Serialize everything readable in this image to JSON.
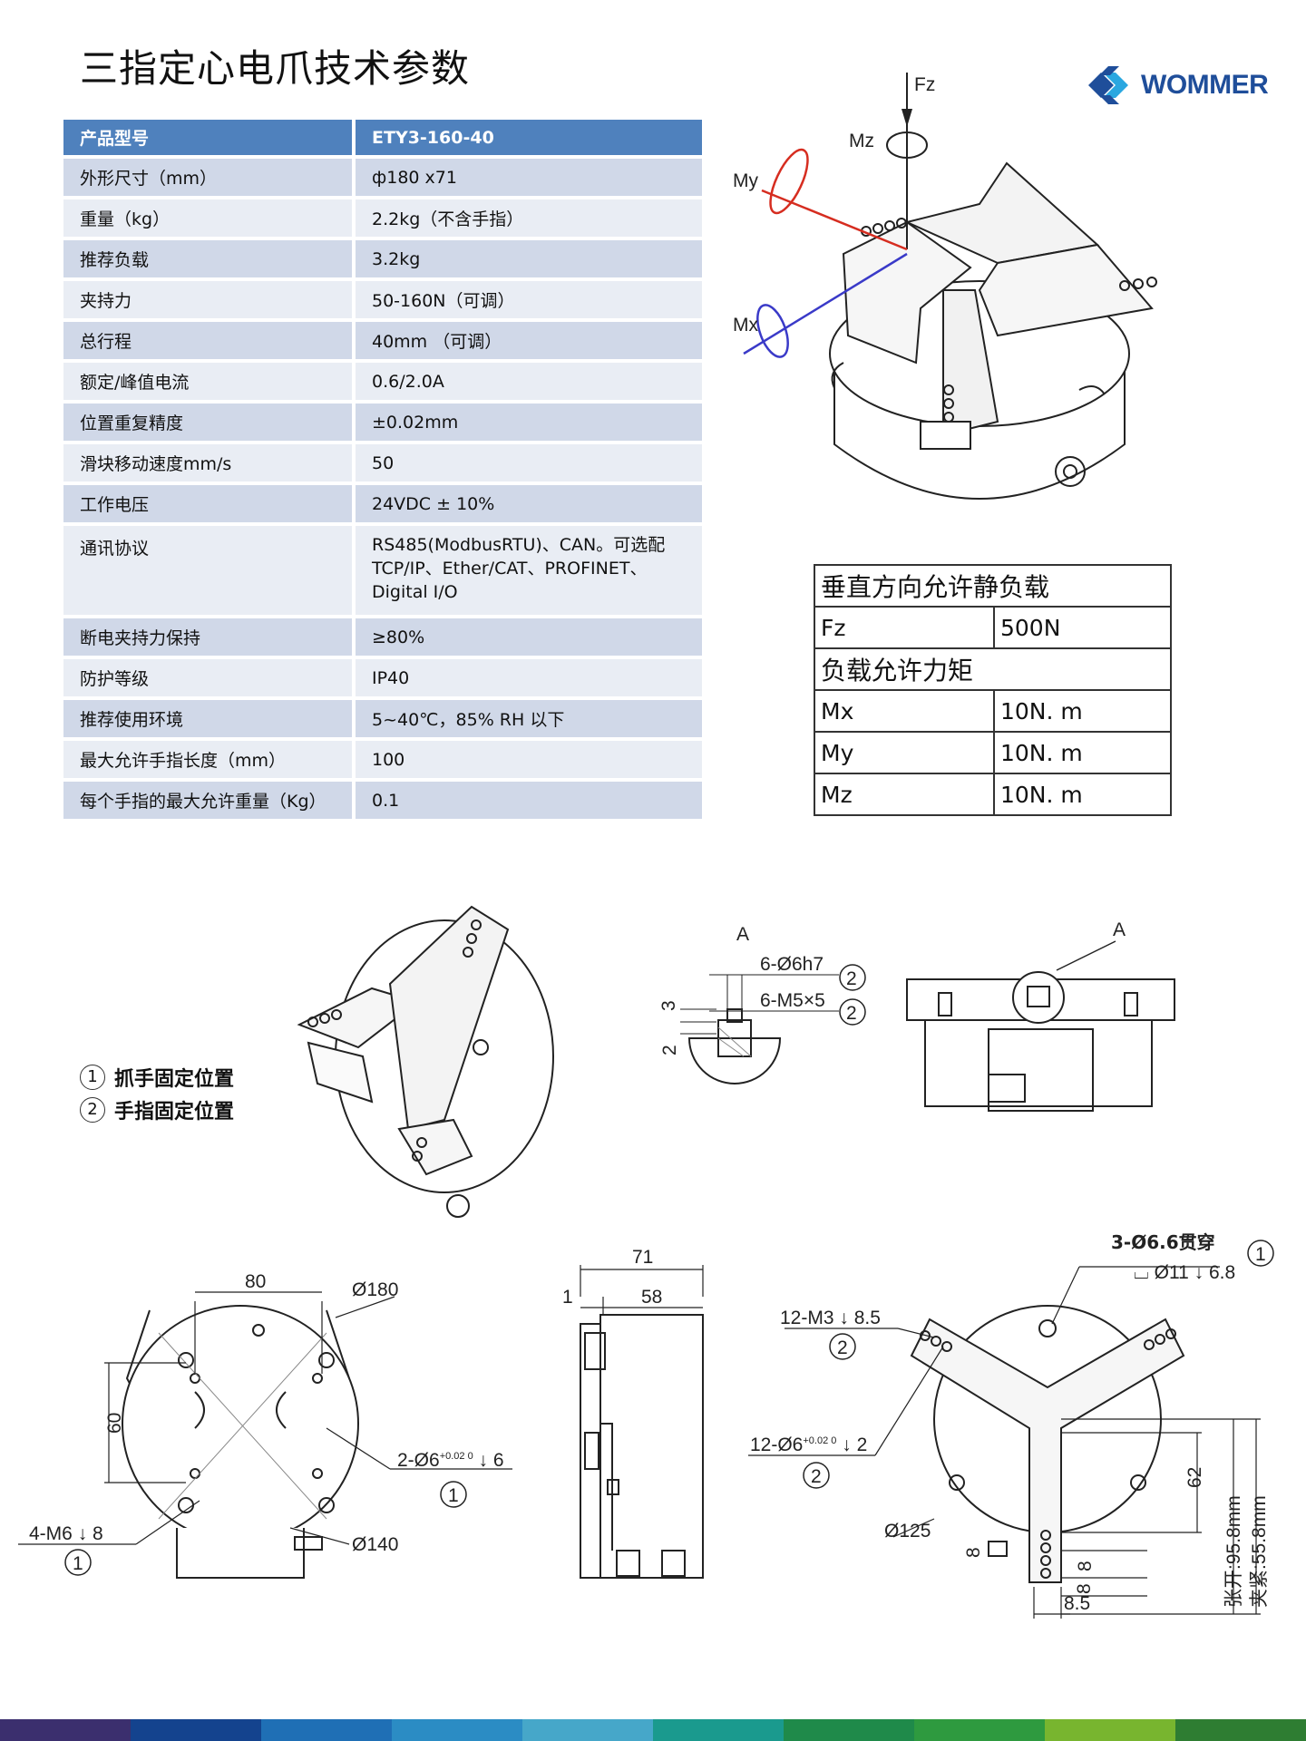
{
  "page": {
    "title": "三指定心电爪技术参数"
  },
  "logo": {
    "text": "WOMMER",
    "colors": {
      "dark": "#1f4e9a",
      "light": "#2aa7e0"
    }
  },
  "spec_table": {
    "header": {
      "label": "产品型号",
      "value": "ETY3-160-40"
    },
    "rows": [
      {
        "label": "外形尺寸（mm）",
        "value": "ф180 x71"
      },
      {
        "label": "重量（kg）",
        "value": "2.2kg（不含手指）"
      },
      {
        "label": "推荐负载",
        "value": "3.2kg"
      },
      {
        "label": "夹持力",
        "value": "50-160N（可调）"
      },
      {
        "label": "总行程",
        "value": "40mm （可调）"
      },
      {
        "label": "额定/峰值电流",
        "value": "0.6/2.0A"
      },
      {
        "label": "位置重复精度",
        "value": "±0.02mm"
      },
      {
        "label": "滑块移动速度mm/s",
        "value": "50"
      },
      {
        "label": "工作电压",
        "value": "24VDC ± 10%"
      },
      {
        "label": "通讯协议",
        "value_lines": [
          "RS485(ModbusRTU)、CAN。可选配",
          "TCP/IP、Ether/CAT、PROFINET、",
          "Digital I/O"
        ]
      },
      {
        "label": "断电夹持力保持",
        "value": "≥80%"
      },
      {
        "label": "防护等级",
        "value": "IP40"
      },
      {
        "label": "推荐使用环境",
        "value": "5~40℃，85% RH 以下"
      },
      {
        "label": "最大允许手指长度（mm）",
        "value": "100"
      },
      {
        "label": "每个手指的最大允许重量（Kg）",
        "value": "0.1"
      }
    ],
    "colors": {
      "header": "#4f81bd",
      "odd": "#d0d8e8",
      "even": "#e9edf4"
    }
  },
  "load_table": {
    "static_title": "垂直方向允许静负载",
    "fz": {
      "key": "Fz",
      "value": "500N"
    },
    "moment_title": "负载允许力矩",
    "mx": {
      "key": "Mx",
      "value": "10N. m"
    },
    "my": {
      "key": "My",
      "value": "10N. m"
    },
    "mz": {
      "key": "Mz",
      "value": "10N. m"
    }
  },
  "iso_axes": {
    "fz": "Fz",
    "mz": "Mz",
    "my": "My",
    "mx": "Mx",
    "colors": {
      "my": "#d62d20",
      "mx": "#3a3ac8"
    }
  },
  "legend": {
    "items": [
      {
        "num": "1",
        "text": "抓手固定位置"
      },
      {
        "num": "2",
        "text": "手指固定位置"
      }
    ]
  },
  "detail_a": {
    "label_a": "A",
    "label_a2": "A",
    "d1": "6-Ø6h7",
    "d1_ref": "2",
    "d2": "6-M5×5",
    "d2_ref": "2",
    "dim3": "3",
    "dim2": "2"
  },
  "bottom_view": {
    "w80": "80",
    "d180": "Ø180",
    "h60": "60",
    "pin": "2-Ø6",
    "pin_tol": "+0.02 0",
    "pin_depth": "6",
    "pin_ref": "1",
    "m6": "4-M6",
    "m6_depth": "8",
    "m6_ref": "1",
    "d140": "Ø140"
  },
  "side_view": {
    "w71": "71",
    "w1": "1",
    "w58": "58"
  },
  "top_view": {
    "through": "3-Ø6.6贯穿",
    "through_ref": "1",
    "cbore": "Ø11",
    "cbore_depth": "6.8",
    "m3": "12-M3",
    "m3_depth": "8.5",
    "m3_ref": "2",
    "pin": "12-Ø6",
    "pin_tol": "+0.02 0",
    "pin_depth": "2",
    "pin_ref": "2",
    "d125": "Ø125",
    "h62": "62",
    "open": "张开:95.8mm",
    "close": "夹紧:55.8mm",
    "v8a": "8",
    "v8b": "8",
    "v8c": "8",
    "h85": "8.5"
  },
  "bottom_bar": {
    "colors": [
      "#3b2f6e",
      "#14438e",
      "#1f6fb5",
      "#2b8cc4",
      "#46a7c9",
      "#1a9a8e",
      "#1f8a4a",
      "#2e9a3f",
      "#78b52f",
      "#2e7d32"
    ]
  }
}
